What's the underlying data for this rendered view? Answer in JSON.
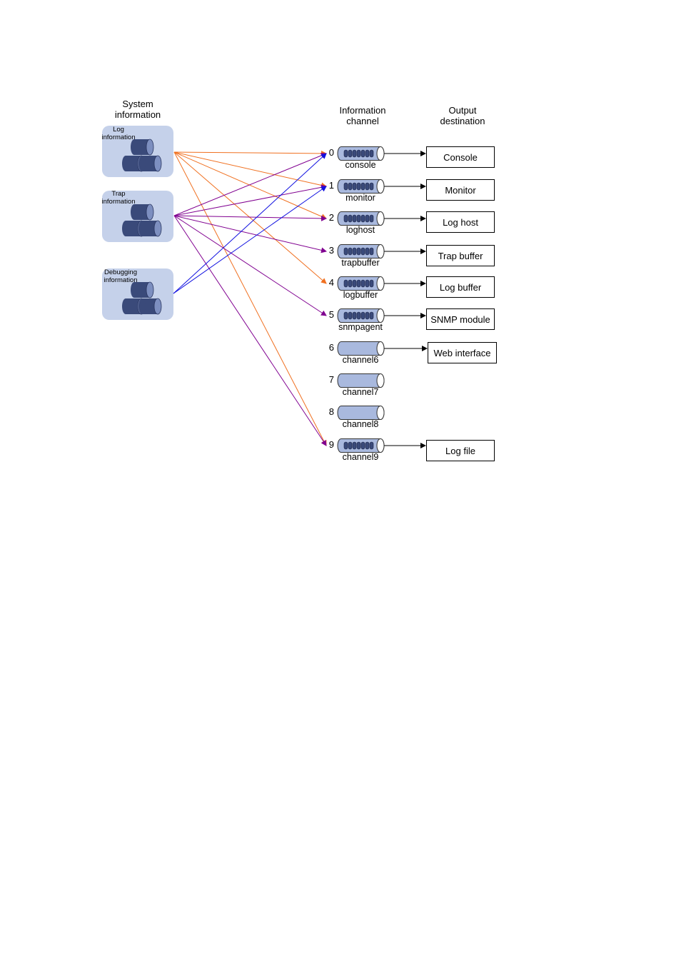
{
  "headers": {
    "system_information": "System\ninformation",
    "information_channel": "Information\nchannel",
    "output_destination": "Output\ndestination"
  },
  "sources": [
    {
      "label": "Log\ninformation",
      "line_color": "#f07020"
    },
    {
      "label": "Trap\ninformation",
      "line_color": "#800090"
    },
    {
      "label": "Debugging\ninformation",
      "line_color": "#1010e0"
    }
  ],
  "channels": [
    {
      "number": "0",
      "name": "console",
      "active": true
    },
    {
      "number": "1",
      "name": "monitor",
      "active": true
    },
    {
      "number": "2",
      "name": "loghost",
      "active": true
    },
    {
      "number": "3",
      "name": "trapbuffer",
      "active": true
    },
    {
      "number": "4",
      "name": "logbuffer",
      "active": true
    },
    {
      "number": "5",
      "name": "snmpagent",
      "active": true
    },
    {
      "number": "6",
      "name": "channel6",
      "active": false
    },
    {
      "number": "7",
      "name": "channel7",
      "active": false
    },
    {
      "number": "8",
      "name": "channel8",
      "active": false
    },
    {
      "number": "9",
      "name": "channel9",
      "active": true
    }
  ],
  "outputs": [
    {
      "channel": "0",
      "label": "Console"
    },
    {
      "channel": "1",
      "label": "Monitor"
    },
    {
      "channel": "2",
      "label": "Log host"
    },
    {
      "channel": "3",
      "label": "Trap buffer"
    },
    {
      "channel": "4",
      "label": "Log buffer"
    },
    {
      "channel": "5",
      "label": "SNMP module"
    },
    {
      "channel": "6",
      "label": "Web interface"
    },
    {
      "channel": "9",
      "label": "Log file"
    }
  ],
  "connections": {
    "Log information": [
      "0",
      "1",
      "2",
      "4",
      "9"
    ],
    "Trap information": [
      "0",
      "1",
      "2",
      "3",
      "5",
      "9"
    ],
    "Debugging information": [
      "0",
      "1"
    ]
  },
  "colors": {
    "source_panel": "#c5d1ea",
    "drum_dark": "#3a4a7a",
    "drum_light": "#7d8fc0",
    "pipe_fill": "#a9b9de",
    "log_arrow": "#f07020",
    "trap_arrow": "#800090",
    "debug_arrow": "#1010e0"
  }
}
